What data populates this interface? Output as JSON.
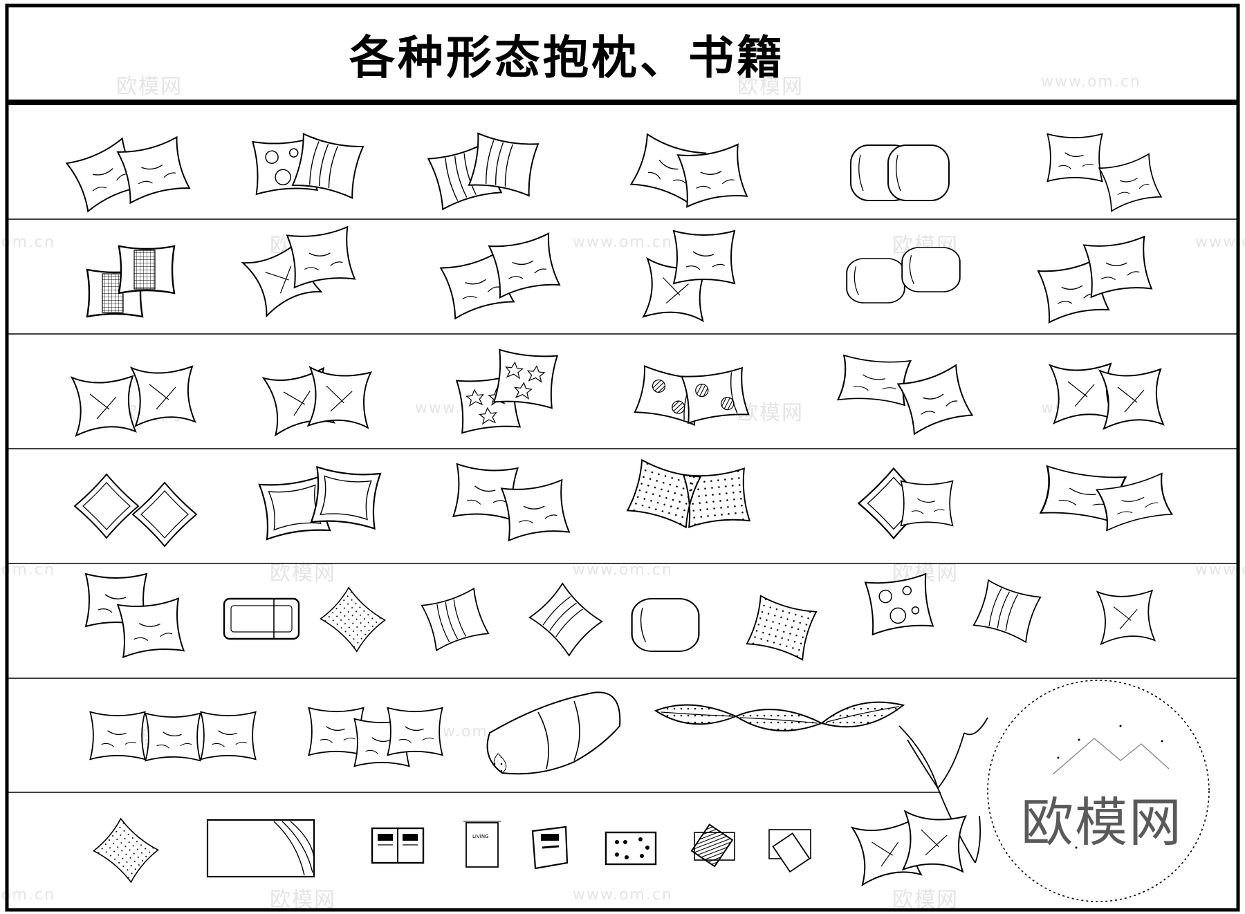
{
  "title": "各种形态抱枕、书籍",
  "watermarks": {
    "brand": "欧模网",
    "url": "www.om.cn",
    "domain": "om.cn"
  },
  "book_labels": {
    "living": "LIVING"
  },
  "logo": {
    "text": "欧模网"
  },
  "colors": {
    "ink": "#000000",
    "paper": "#ffffff",
    "watermark": "#e4e4e4"
  }
}
